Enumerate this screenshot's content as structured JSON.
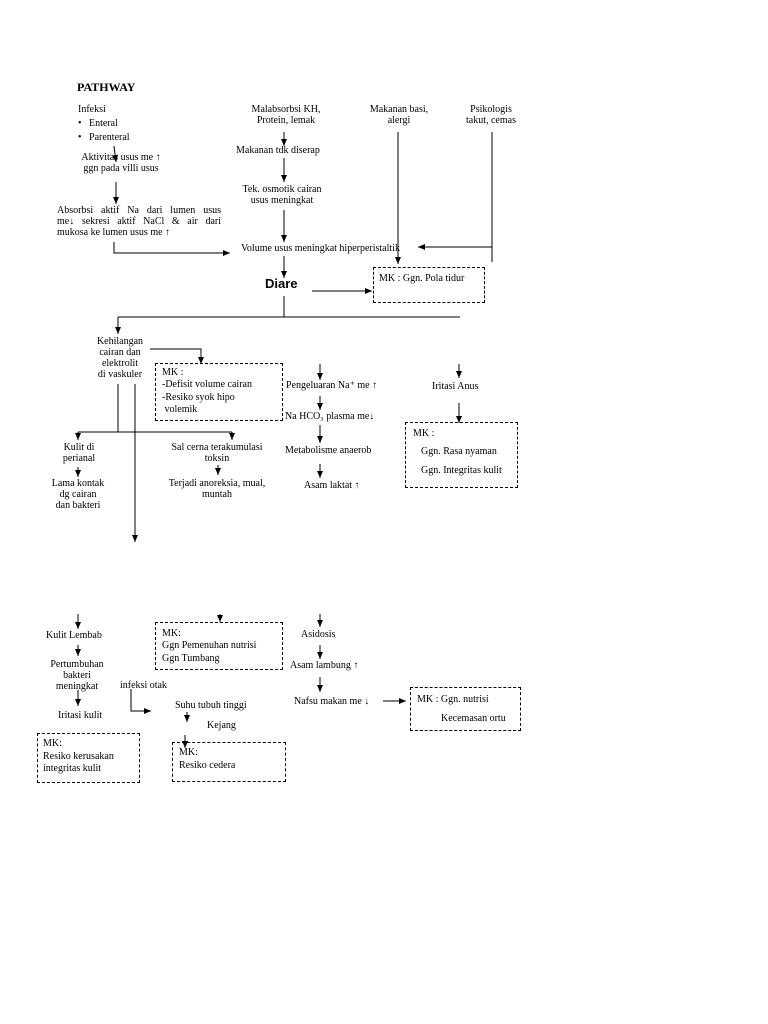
{
  "title": "PATHWAY",
  "infeksi": {
    "label": "Infeksi",
    "items": [
      "Enteral",
      "Parenteral"
    ]
  },
  "nodes": {
    "aktivitas": [
      "Aktivitas usus me ↑",
      "ggn pada villi usus"
    ],
    "absorbsi": [
      "Absorbsi aktif Na dari lumen usus",
      "me↓ sekresi aktif NaCl & air dari",
      "mukosa ke lumen usus me ↑"
    ],
    "malabsorbsi": [
      "Malabsorbsi KH,",
      "Protein, lemak"
    ],
    "makanan_basi": [
      "Makanan basi,",
      "alergi"
    ],
    "psikologis": [
      "Psikologis",
      "takut, cemas"
    ],
    "makanan_tdk": "Makanan tdk diserap",
    "tek_osmotik": [
      "Tek. osmotik cairan",
      "usus meningkat"
    ],
    "volume_usus": "Volume usus meningkat hiperperistaltik",
    "diare": "Diare",
    "kehilangan": [
      "Kehilangan",
      "cairan dan",
      "elektrolit",
      "di vaskuler"
    ],
    "pengeluaran": "Pengeluaran Na⁺ me ↑",
    "na_hco": "Na HCO₃ plasma me↓",
    "metabolisme": "Metabolisme anaerob",
    "asam_laktat": "Asam laktat ↑",
    "iritasi_anus": "Iritasi Anus",
    "kulit_perianal": [
      "Kulit di",
      "perianal"
    ],
    "lama_kontak": [
      "Lama kontak",
      "dg cairan",
      "dan bakteri"
    ],
    "sal_cerna": [
      "Sal cerna terakumulasi",
      "toksin"
    ],
    "terjadi_anoreksia": [
      "Terjadi anoreksia, mual,",
      "muntah"
    ],
    "kulit_lembab": "Kulit Lembab",
    "pertumbuhan": [
      "Pertumbuhan",
      "bakteri",
      "meningkat"
    ],
    "iritasi_kulit": "Iritasi kulit",
    "infeksi_otak": "infeksi otak",
    "suhu_tubuh": "Suhu tubuh tinggi",
    "kejang": "Kejang",
    "asidosis": "Asidosis",
    "asam_lambung": "Asam lambung ↑",
    "nafsu_makan": "Nafsu makan me ↓"
  },
  "mk_boxes": {
    "pola_tidur": [
      "MK : Ggn. Pola tidur"
    ],
    "volume_cairan": [
      "MK :",
      "-Defisit volume cairan",
      "-Resiko syok hipo",
      " volemik"
    ],
    "rasa_nyaman": [
      "MK :",
      "Ggn. Rasa nyaman",
      "Ggn. Integritas kulit"
    ],
    "nutrisi": [
      "MK:",
      "Ggn Pemenuhan nutrisi",
      "Ggn Tumbang"
    ],
    "nutrisi_ortu": [
      "MK : Ggn. nutrisi",
      "Kecemasan ortu"
    ],
    "integritas_kulit": [
      "MK:",
      "Resiko kerusakan",
      "integritas kulit"
    ],
    "resiko_cedera": [
      "MK:",
      "Resiko cedera"
    ]
  }
}
